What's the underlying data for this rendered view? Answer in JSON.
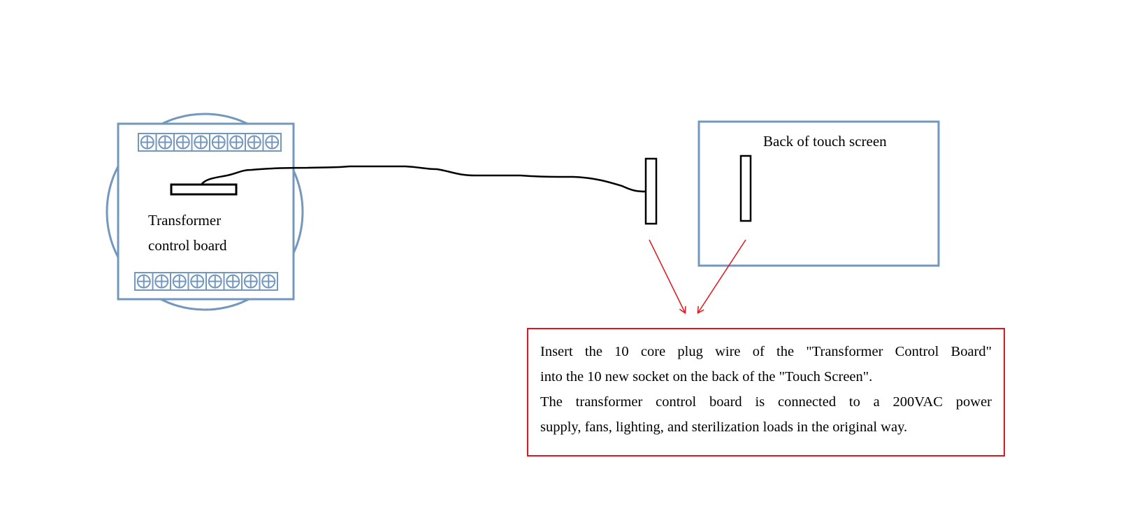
{
  "board": {
    "label_line1": "Transformer",
    "label_line2": "control board",
    "terminals_top": 8,
    "terminals_bottom": 8
  },
  "touch_screen": {
    "label": "Back of touch screen"
  },
  "note": {
    "lines": [
      "Insert the 10 core plug wire of the \"Transformer Control Board\"",
      "into the 10 new socket on the back of the \"Touch Screen\".",
      "The transformer control board is connected to a 200VAC power",
      "supply, fans, lighting, and sterilization loads in the original way."
    ]
  },
  "colors": {
    "outline": "#7397bd",
    "arrow": "#e0161c",
    "wire": "#000000"
  }
}
